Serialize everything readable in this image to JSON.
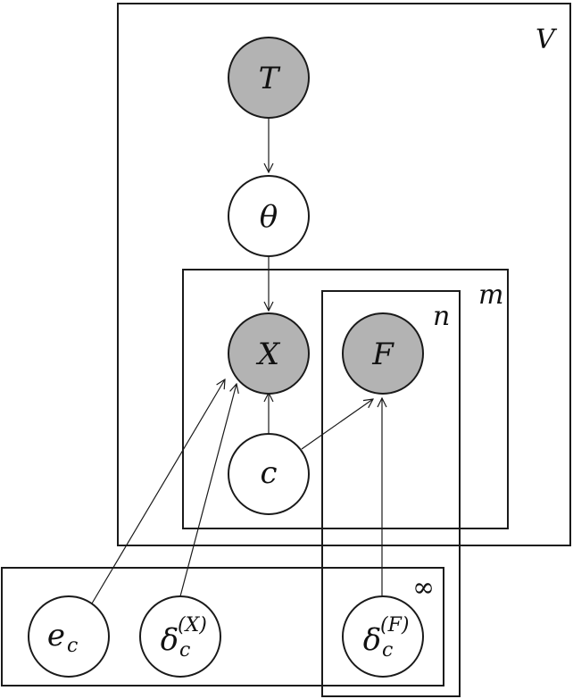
{
  "plates": {
    "v": "V",
    "m": "m",
    "n": "n",
    "infinity": "∞"
  },
  "nodes": {
    "t": {
      "label": "T",
      "observed": true
    },
    "theta": {
      "label": "θ",
      "observed": false
    },
    "x": {
      "label": "X",
      "observed": true
    },
    "f": {
      "label": "F",
      "observed": true
    },
    "c": {
      "label": "c",
      "observed": false
    },
    "e_c": {
      "base": "e",
      "sub": "c",
      "observed": false
    },
    "delta_x": {
      "base": "δ",
      "sub": "c",
      "sup": "(X)",
      "observed": false
    },
    "delta_f": {
      "base": "δ",
      "sub": "c",
      "sup": "(F)",
      "observed": false
    }
  },
  "colors": {
    "observed_fill": "#b3b3b3",
    "stroke": "#1a1a1a"
  }
}
